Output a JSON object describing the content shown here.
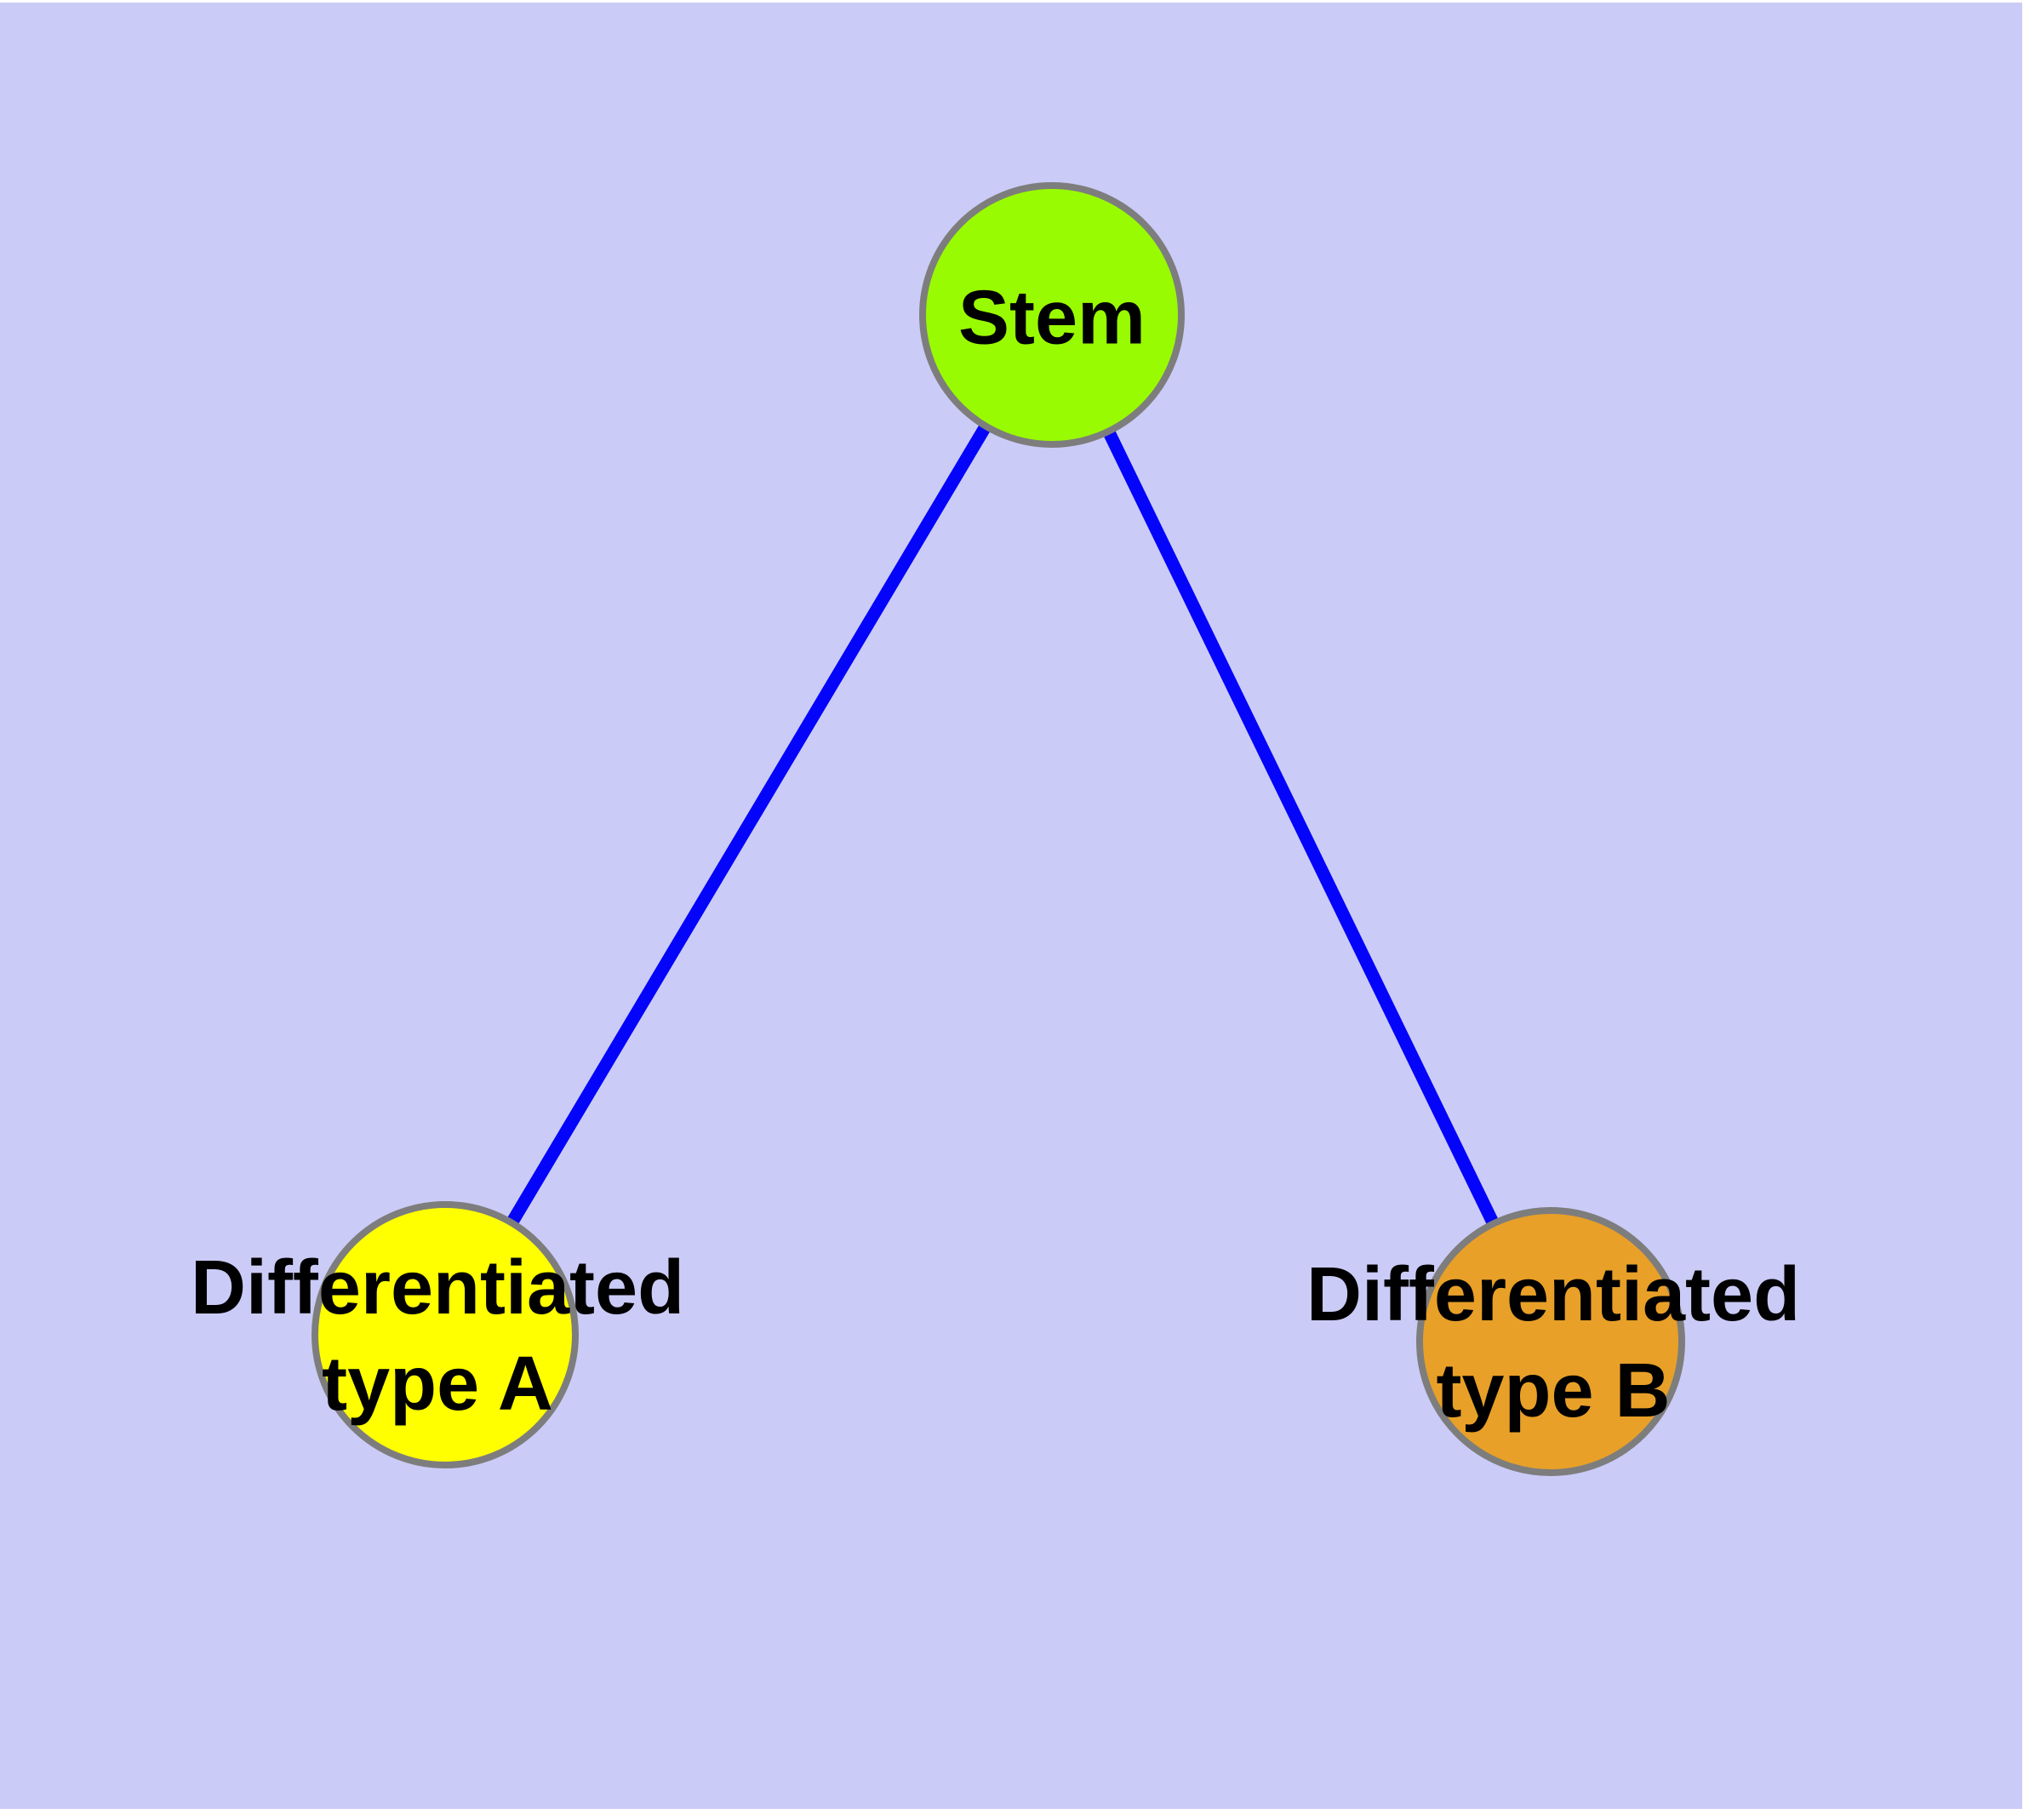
{
  "diagram": {
    "background_color": "#cbcbf7",
    "page_margin_color": "#ffffff",
    "edge_color": "#0404fa",
    "node_border_color": "#7d7d7d",
    "label_color": "#000000",
    "nodes": {
      "stem": {
        "label": "Stem",
        "fill": "#99fb01"
      },
      "type_a": {
        "line1": "Differentiated",
        "line2": "type A",
        "fill": "#ffff00"
      },
      "type_b": {
        "line1": "Differentiated",
        "line2": "type B",
        "fill": "#e8a028"
      }
    },
    "edges": [
      {
        "from": "Stem",
        "to": "Differentiated type A"
      },
      {
        "from": "Stem",
        "to": "Differentiated type B"
      }
    ]
  }
}
